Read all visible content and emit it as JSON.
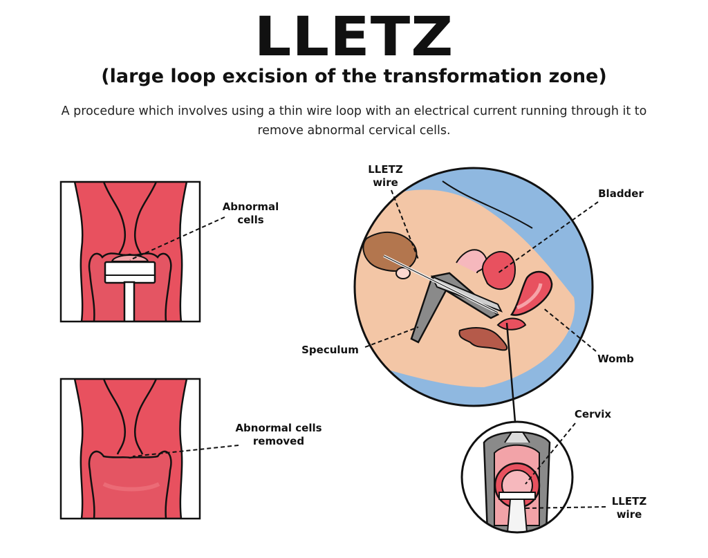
{
  "header": {
    "title": "LLETZ",
    "subtitle": "(large loop excision of the transformation zone)",
    "description": "A procedure which involves using a thin wire loop with an electrical current running through it to remove abnormal cervical cells."
  },
  "labels": {
    "abnormal_cells": "Abnormal cells",
    "abnormal_cells_removed": "Abnormal cells removed",
    "lletz_wire_top": "LLETZ wire",
    "bladder": "Bladder",
    "speculum": "Speculum",
    "womb": "Womb",
    "cervix": "Cervix",
    "lletz_wire_bottom": "LLETZ wire"
  },
  "colors": {
    "tissue": "#e8515f",
    "tissue_light": "#f2a3a8",
    "skin": "#f3c6a6",
    "fluid_blue": "#8fb8e0",
    "speculum_grey": "#8a8a8a",
    "outline": "#111111"
  }
}
